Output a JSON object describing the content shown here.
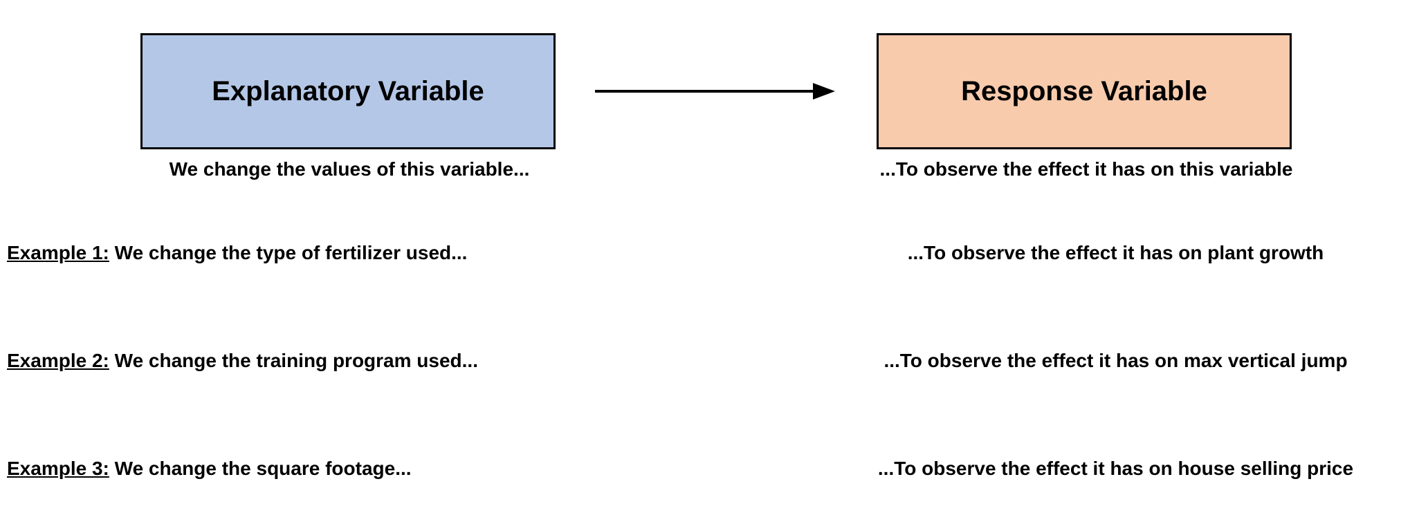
{
  "diagram": {
    "explanatory_box": {
      "label": "Explanatory Variable",
      "bg": "#b4c7e7",
      "border_color": "#000000"
    },
    "response_box": {
      "label": "Response Variable",
      "bg": "#f8cbad",
      "border_color": "#000000"
    },
    "arrow": {
      "direction": "right",
      "color": "#000000"
    },
    "explanatory_caption": "We change the values of this variable...",
    "response_caption": "...To observe the effect it has on this variable",
    "examples": [
      {
        "label": "Example 1:",
        "left_text": "We change the type of fertilizer used...",
        "right_text": "...To observe the effect it has on plant growth"
      },
      {
        "label": "Example 2:",
        "left_text": "We change the training program used...",
        "right_text": "...To observe the effect it has on max vertical jump"
      },
      {
        "label": "Example 3:",
        "left_text": "We change the square footage...",
        "right_text": "...To observe the effect it has on house selling price"
      }
    ]
  }
}
